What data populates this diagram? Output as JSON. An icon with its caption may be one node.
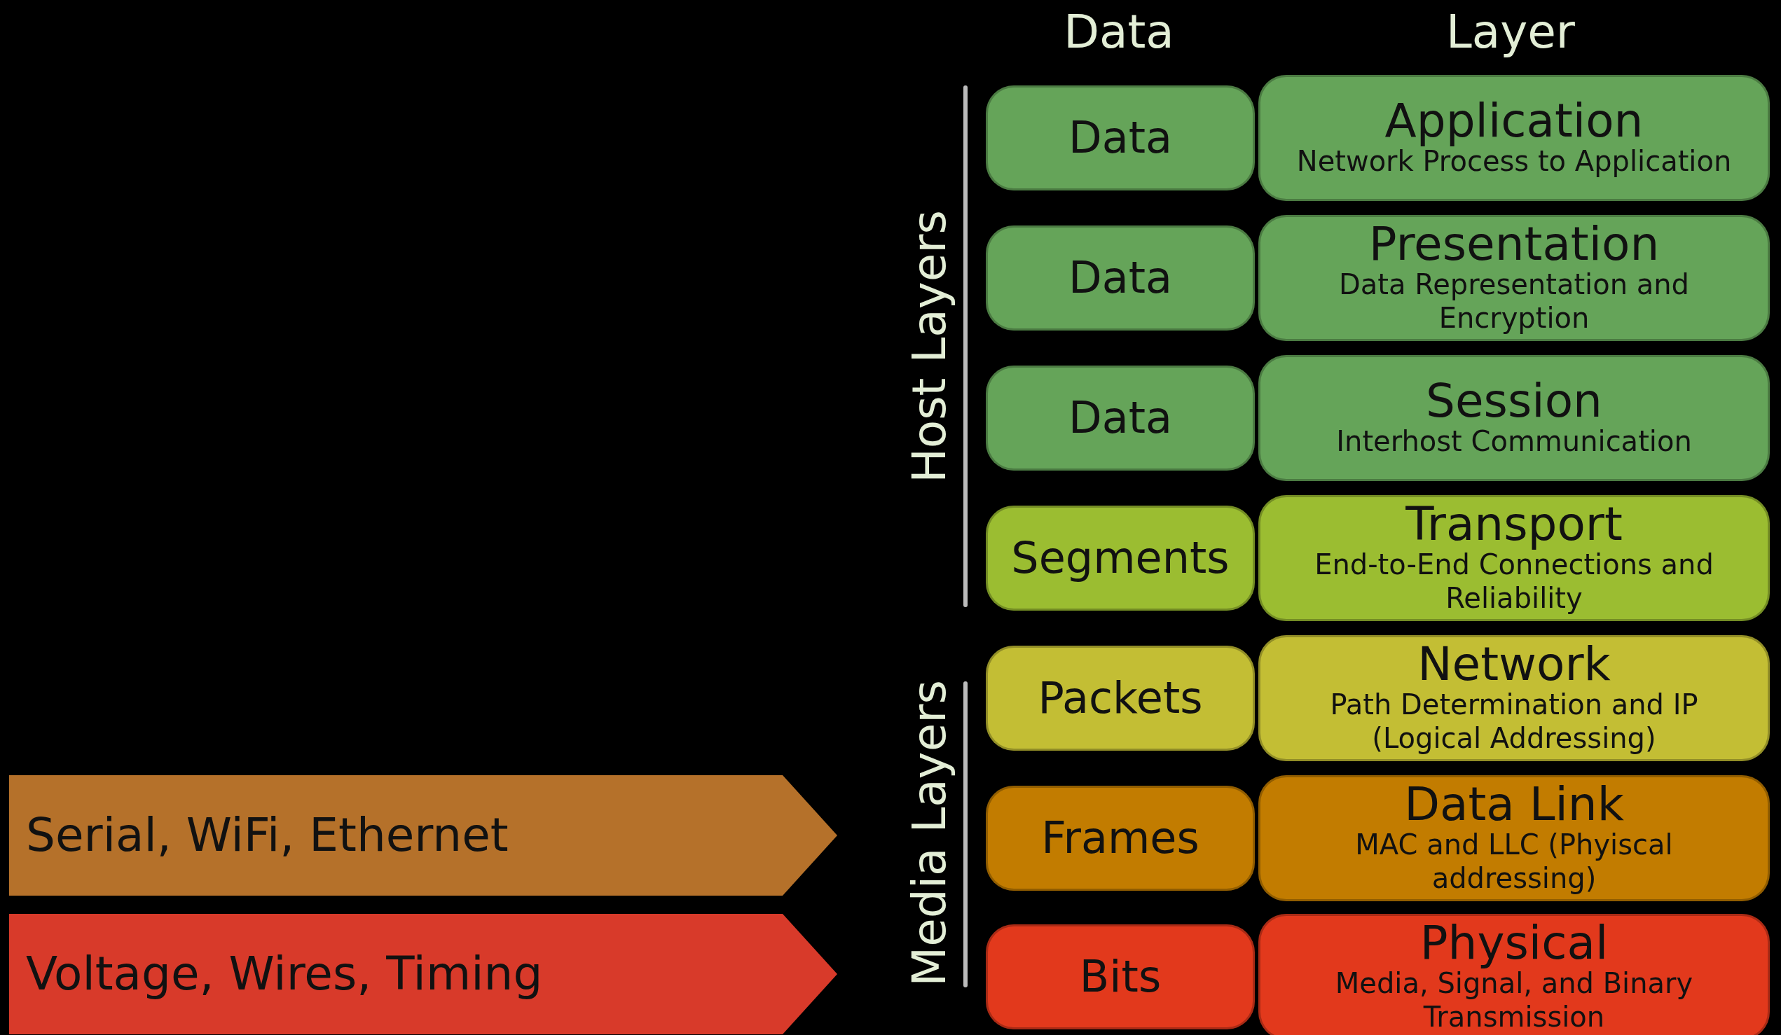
{
  "diagram": {
    "nodes": [
      {
        "text": [
          "Data"
        ]
      },
      {
        "text": [
          "Application",
          "Network Process to Application"
        ]
      },
      {
        "text": [
          "Data"
        ]
      },
      {
        "text": [
          "Presentation",
          "Data Representation and Encryption"
        ]
      },
      {
        "text": [
          "Data"
        ]
      },
      {
        "text": [
          "Session",
          "Interhost Communication"
        ]
      },
      {
        "text": [
          "Segments"
        ]
      },
      {
        "text": [
          "Transport",
          "End-to-End Connections and Reliability"
        ]
      },
      {
        "text": [
          "Packets"
        ]
      },
      {
        "text": [
          "Network",
          "Path Determination and IP (Logical Addressing)"
        ]
      },
      {
        "text": [
          "Serial, WiFi, Ethernet"
        ]
      },
      {
        "text": [
          "Frames"
        ]
      },
      {
        "text": [
          "Data Link",
          "MAC and LLC (Phyiscal addressing)"
        ]
      },
      {
        "text": [
          "Voltage, Wires, Timing"
        ]
      },
      {
        "text": [
          "Bits"
        ]
      },
      {
        "text": [
          "Physical",
          "Media, Signal, and Binary Transmission"
        ]
      }
    ],
    "labels": [
      "Data",
      "Layer",
      "Host Layers",
      "Media Layers"
    ]
  }
}
